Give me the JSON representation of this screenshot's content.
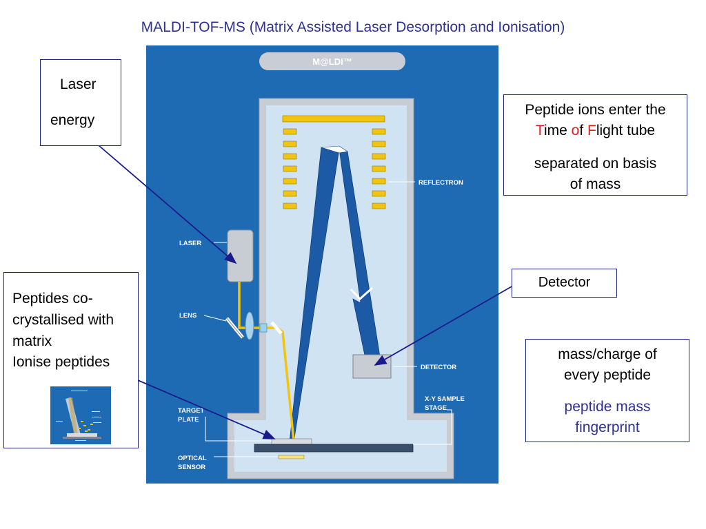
{
  "title": "MALDI-TOF-MS (Matrix Assisted Laser Desorption and Ionisation)",
  "instrument": {
    "brand": "M@LDI™",
    "labels": {
      "reflectron": "REFLECTRON",
      "laser": "LASER",
      "lens": "LENS",
      "detector": "DETECTOR",
      "xy_stage_1": "X-Y SAMPLE",
      "xy_stage_2": "STAGE",
      "target_1": "TARGET",
      "target_2": "PLATE",
      "optical_1": "OPTICAL",
      "optical_2": "SENSOR"
    }
  },
  "callouts": {
    "laser_energy": {
      "line1": "Laser",
      "line2": "energy"
    },
    "tof": {
      "line1": "Peptide ions enter the",
      "t": "T",
      "ime": "ime ",
      "o": "o",
      "f": "f ",
      "F": "F",
      "light": "light tube",
      "line3": "separated on basis",
      "line4": "of mass"
    },
    "detector": "Detector",
    "mass": {
      "line1": "mass/charge of",
      "line2": "every peptide",
      "line3": "peptide mass",
      "line4": "fingerprint"
    },
    "peptides": {
      "line1": "Peptides co-",
      "line2": "crystallised with",
      "line3": "matrix",
      "line4": "Ionise peptides"
    }
  },
  "colors": {
    "title": "#2e3192",
    "instrument_bg": "#1f6bb3",
    "chamber": "#cfe3f3",
    "beam": "#1c5aa6",
    "laser_beam": "#f2c40f",
    "callout_line": "#1a1a8c",
    "highlight": "#e41b17"
  }
}
